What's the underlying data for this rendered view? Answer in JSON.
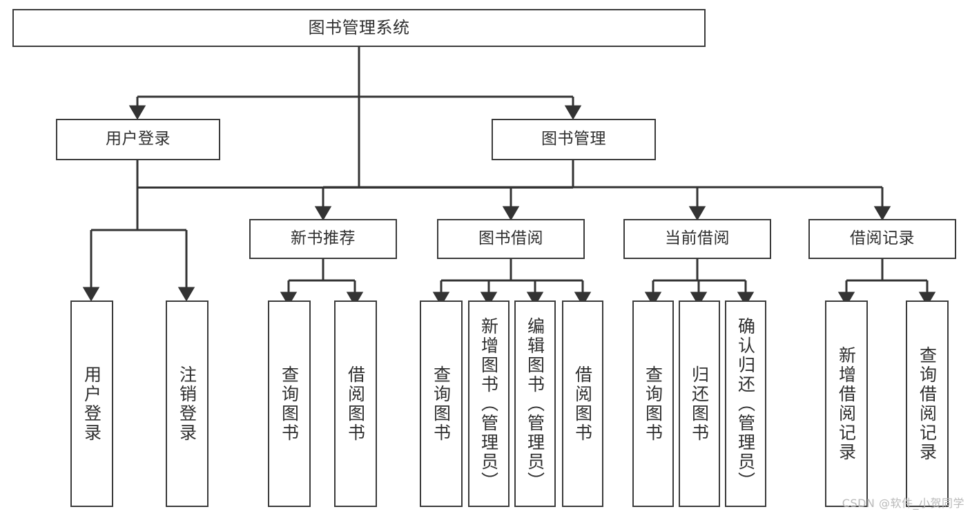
{
  "diagram": {
    "title": "图书管理系统",
    "type": "tree-hierarchy-chart",
    "watermark": "CSDN @软件_小贺同学",
    "colors": {
      "box_border": "#3a3a3a",
      "box_fill": "#ffffff",
      "connector": "#333333",
      "text": "#2e2e2e",
      "watermark": "#b9b9b9"
    },
    "root": {
      "label": "图书管理系统",
      "orientation": "horizontal"
    },
    "level2": [
      {
        "label": "用户登录",
        "orientation": "horizontal"
      },
      {
        "label": "图书管理",
        "orientation": "horizontal"
      }
    ],
    "level3": [
      {
        "label": "新书推荐",
        "orientation": "horizontal"
      },
      {
        "label": "图书借阅",
        "orientation": "horizontal"
      },
      {
        "label": "当前借阅",
        "orientation": "horizontal"
      },
      {
        "label": "借阅记录",
        "orientation": "horizontal"
      }
    ],
    "leaves": {
      "user_login": [
        {
          "label": "用户登录",
          "orientation": "vertical"
        },
        {
          "label": "注销登录",
          "orientation": "vertical"
        }
      ],
      "new_book_recommend": [
        {
          "label": "查询图书",
          "orientation": "vertical"
        },
        {
          "label": "借阅图书",
          "orientation": "vertical"
        }
      ],
      "book_borrow": [
        {
          "label": "查询图书",
          "orientation": "vertical"
        },
        {
          "label": "新增图书（管理员）",
          "orientation": "vertical"
        },
        {
          "label": "编辑图书（管理员）",
          "orientation": "vertical"
        },
        {
          "label": "借阅图书",
          "orientation": "vertical"
        }
      ],
      "current_borrow": [
        {
          "label": "查询图书",
          "orientation": "vertical"
        },
        {
          "label": "归还图书",
          "orientation": "vertical"
        },
        {
          "label": "确认归还（管理员）",
          "orientation": "vertical"
        }
      ],
      "borrow_record": [
        {
          "label": "新增借阅记录",
          "orientation": "vertical"
        },
        {
          "label": "查询借阅记录",
          "orientation": "vertical"
        }
      ]
    }
  }
}
